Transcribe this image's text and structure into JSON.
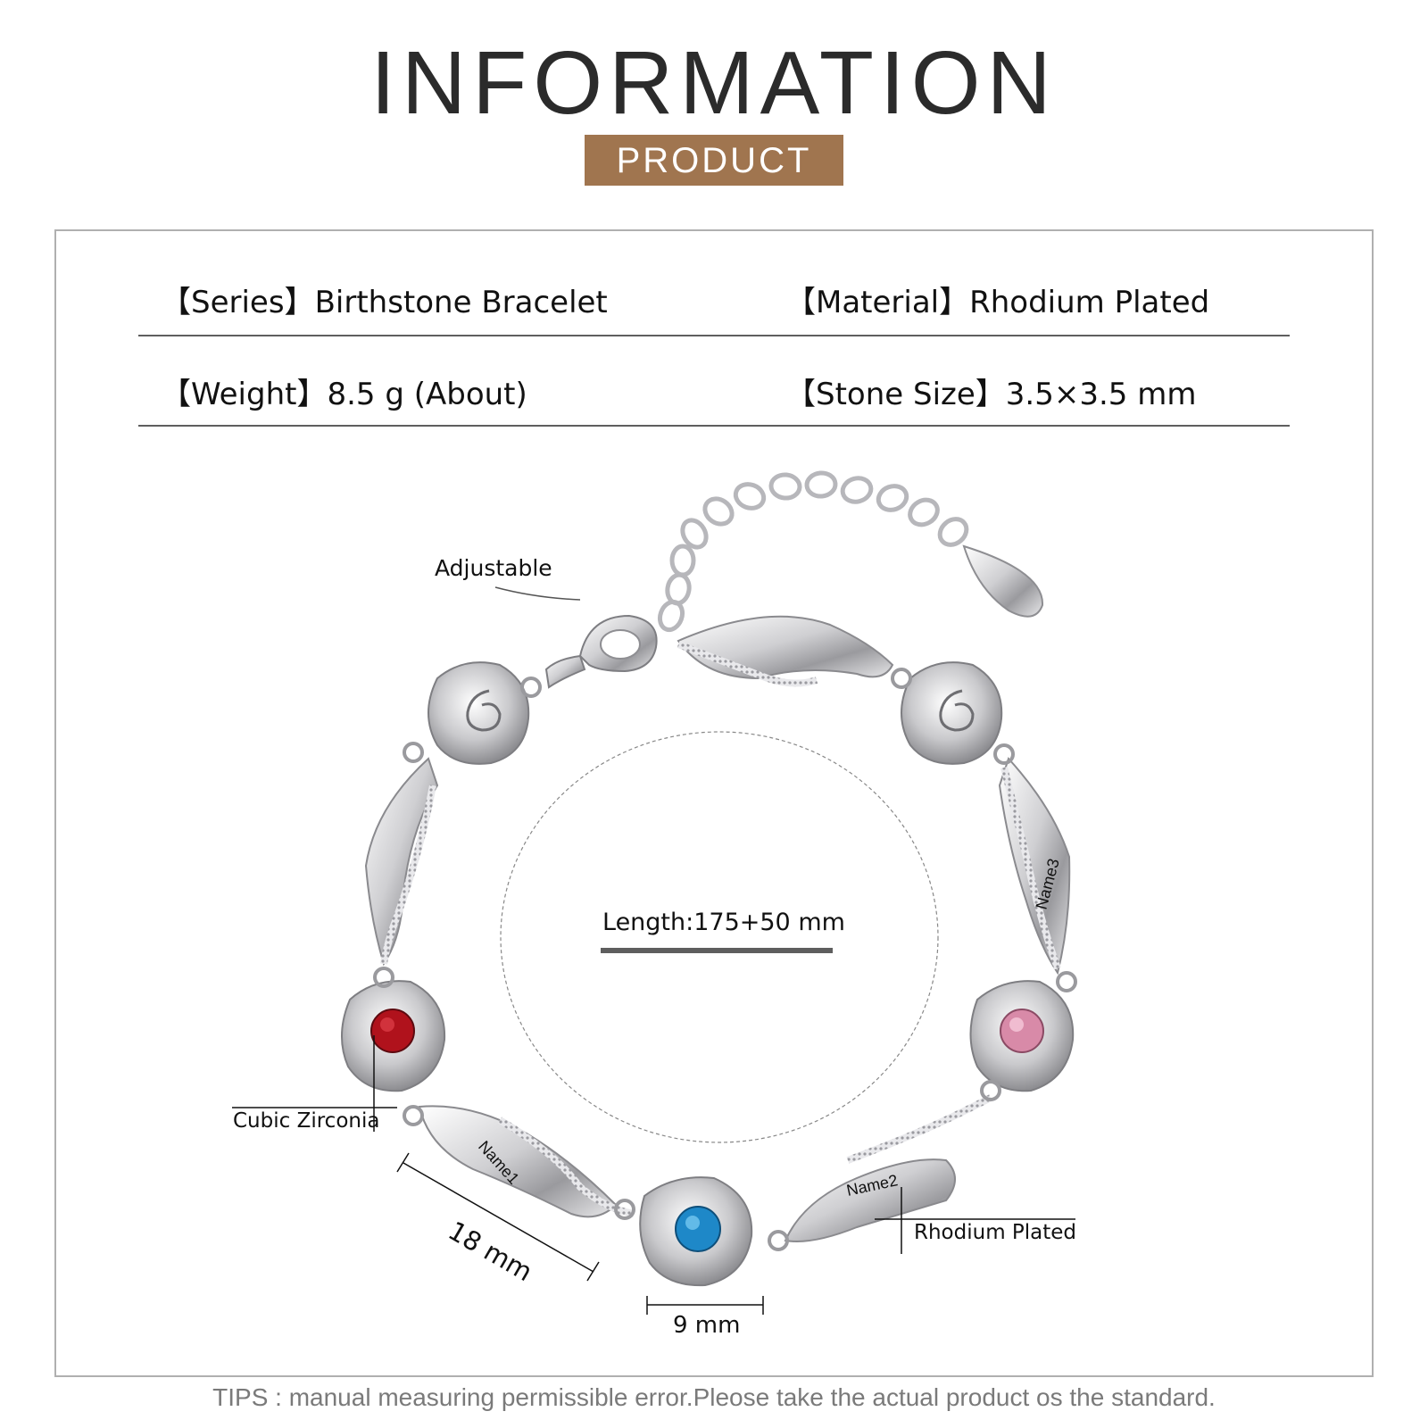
{
  "header": {
    "title": "INFORMATION",
    "badge": "PRODUCT",
    "badge_color": "#a0754f"
  },
  "specs": {
    "series": {
      "label": "【Series】",
      "value": "Birthstone Bracelet"
    },
    "material": {
      "label": "【Material】",
      "value": "Rhodium Plated"
    },
    "weight": {
      "label": "【Weight】",
      "value": "8.5 g (About)"
    },
    "stone_size": {
      "label": "【Stone Size】",
      "value": "3.5×3.5 mm"
    }
  },
  "diagram": {
    "length_label": "Length:175+50 mm",
    "callouts": {
      "adjustable": "Adjustable",
      "cubic_zirconia": "Cubic Zirconia",
      "rhodium_plated": "Rhodium Plated",
      "link_length": "18 mm",
      "rose_width": "9 mm"
    },
    "engravings": [
      "Name1",
      "Name2",
      "Name3"
    ],
    "stones": [
      {
        "position": "left",
        "color": "#b0121c"
      },
      {
        "position": "bottom",
        "color": "#1e88c8"
      },
      {
        "position": "right",
        "color": "#d88aa8"
      }
    ]
  },
  "footer": {
    "tips": "TIPS : manual measuring permissible error.Pleose take the actual product os the standard."
  }
}
